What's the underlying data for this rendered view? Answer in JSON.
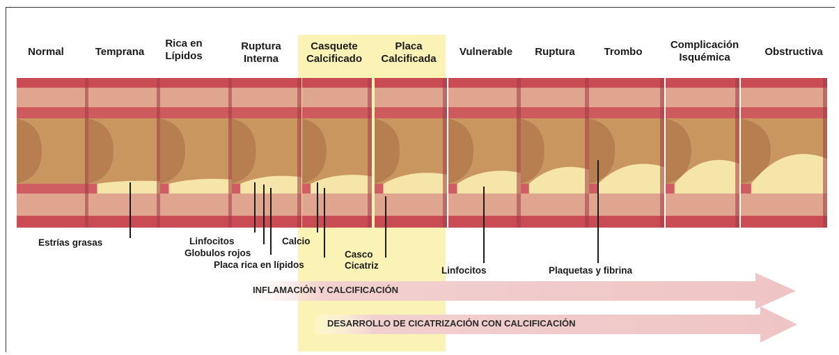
{
  "stages": [
    {
      "id": "normal",
      "label": "Normal"
    },
    {
      "id": "temprana",
      "label": "Temprana"
    },
    {
      "id": "rica",
      "label": "Rica en\nLípidos"
    },
    {
      "id": "ruptura-interna",
      "label": "Ruptura\nInterna"
    },
    {
      "id": "casquete",
      "label": "Casquete\nCalcificado"
    },
    {
      "id": "placa",
      "label": "Placa\nCalcificada"
    },
    {
      "id": "vulnerable",
      "label": "Vulnerable"
    },
    {
      "id": "ruptura",
      "label": "Ruptura"
    },
    {
      "id": "trombo",
      "label": "Trombo"
    },
    {
      "id": "complicacion",
      "label": "Complicación\nIsquémica"
    },
    {
      "id": "obstructiva",
      "label": "Obstructiva"
    }
  ],
  "callouts": {
    "estrias": "Estrías grasas",
    "linfocitos_1": "Linfocitos",
    "globulos": "Globulos rojos",
    "placa_rica": "Placa rica en lípidos",
    "calcio": "Calcio",
    "casco": "Casco\nCicatriz",
    "linfocitos_2": "Linfocitos",
    "plaquetas": "Plaquetas y fibrina"
  },
  "arrows": {
    "inflamacion": "INFLAMACIÓN Y CALCIFICACIÓN",
    "desarrollo": "DESARROLLO DE CICATRIZACIÓN CON CALCIFICACIÓN"
  },
  "colors": {
    "artery_outer": "#c94c55",
    "artery_wall": "#e0a58f",
    "artery_lumen": "#c99660",
    "plaque": "#f6e5a8",
    "highlight": "#fbf3b5",
    "arrow_fill": "#f2d0d0"
  }
}
